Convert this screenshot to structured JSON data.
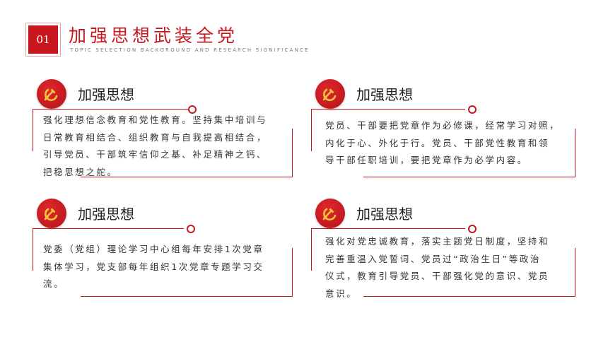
{
  "header": {
    "number": "01",
    "title": "加强思想武装全党",
    "subtitle": "TOPIC SELECTION BACKGROUND AND RESEARCH SIGNIFICANCE"
  },
  "icons": {
    "emblem": "hammer-and-sickle-icon"
  },
  "colors": {
    "accent": "#c8171e",
    "text": "#333333"
  },
  "cards": [
    {
      "heading": "加强思想",
      "body": "强化理想信念教育和党性教育。坚持集中培训与\n日常教育相结合、组织教育与自我提高相结合，\n引导党员、干部筑牢信仰之基、补足精神之钙、\n把稳思想之舵。"
    },
    {
      "heading": "加强思想",
      "body": "党员、干部要把党章作为必修课，经常学习对照，\n内化于心、外化于行。党员、干部党性教育和领\n导干部任职培训，要把党章作为必学内容。"
    },
    {
      "heading": "加强思想",
      "body": "党委（党组）理论学习中心组每年安排1次党章\n集体学习，党支部每年组织1次党章专题学习交\n流。"
    },
    {
      "heading": "加强思想",
      "body": "强化对党忠诚教育，落实主题党日制度，坚持和\n完善重温入党誓词、党员过“政治生日”等政治\n仪式，教育引导党员、干部强化党的意识、党员\n意识。"
    }
  ]
}
